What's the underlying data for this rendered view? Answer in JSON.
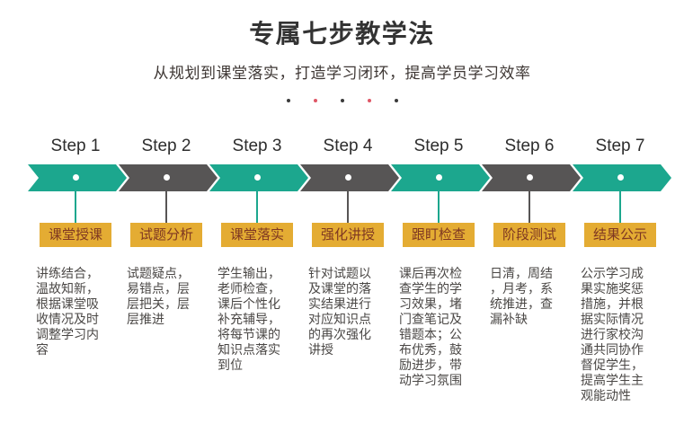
{
  "header": {
    "title": "专属七步教学法",
    "subtitle": "从规划到课堂落实，打造学习闭环，提高学员学习效率",
    "carousel_dots": [
      {
        "color": "#3B3B3B"
      },
      {
        "color": "#DF5666"
      },
      {
        "color": "#3B3B3B"
      },
      {
        "color": "#DF5666"
      },
      {
        "color": "#3B3B3B"
      }
    ]
  },
  "palette": {
    "teal": "#1CA78E",
    "gray": "#575555",
    "badge_bg": "#E4AC33",
    "badge_text": "#7E3722",
    "title_text": "#333333",
    "subtitle_text": "#3E3734",
    "step_label_text": "#2D2D2D",
    "description_text": "#4A4745"
  },
  "steps": [
    {
      "label": "Step 1",
      "theme": "teal",
      "badge": "课堂授课",
      "description": "讲练结合，温故知新，根据课堂吸收情况及时调整学习内容"
    },
    {
      "label": "Step 2",
      "theme": "gray",
      "badge": "试题分析",
      "description": "试题疑点，易错点，层层把关，层层推进"
    },
    {
      "label": "Step 3",
      "theme": "teal",
      "badge": "课堂落实",
      "description": "学生输出，老师检查，课后个性化补充辅导，将每节课的知识点落实到位"
    },
    {
      "label": "Step 4",
      "theme": "gray",
      "badge": "强化讲授",
      "description": "针对试题以及课堂的落实结果进行对应知识点的再次强化讲授"
    },
    {
      "label": "Step 5",
      "theme": "teal",
      "badge": "跟盯检查",
      "description": "课后再次检查学生的学习效果，堵门查笔记及错题本；公布优秀，鼓励进步，带动学习氛围"
    },
    {
      "label": "Step 6",
      "theme": "gray",
      "badge": "阶段测试",
      "description": "日清，周结，月考，系统推进，查漏补缺"
    },
    {
      "label": "Step 7",
      "theme": "teal",
      "badge": "结果公示",
      "description": "公示学习成果实施奖惩措施，并根据实际情况进行家校沟通共同协作督促学生，提高学生主观能动性"
    }
  ]
}
